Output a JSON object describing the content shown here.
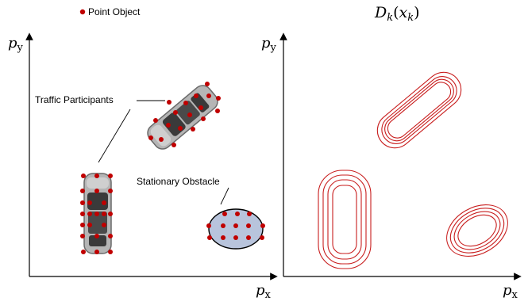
{
  "legend": {
    "marker_label": "Point Object",
    "marker_color": "#c00000"
  },
  "left_panel": {
    "y_axis": {
      "var": "p",
      "sub": "y"
    },
    "x_axis": {
      "var": "p",
      "sub": "x"
    },
    "annotations": {
      "traffic_participants": "Traffic Participants",
      "stationary_obstacle": "Stationary Obstacle"
    }
  },
  "right_panel": {
    "title": {
      "var": "D",
      "sub": "k",
      "arg_open": "(",
      "arg_var": "x",
      "arg_sub": "k",
      "arg_close": ")"
    },
    "y_axis": {
      "var": "p",
      "sub": "y"
    },
    "x_axis": {
      "var": "p",
      "sub": "x"
    },
    "contour_color": "#c81e1e"
  },
  "colors": {
    "point": "#c00000",
    "car_body": "#b8b8b8",
    "car_glass": "#3a3a3a",
    "obstacle_fill": "#b8c4dc",
    "axis": "#000000"
  }
}
